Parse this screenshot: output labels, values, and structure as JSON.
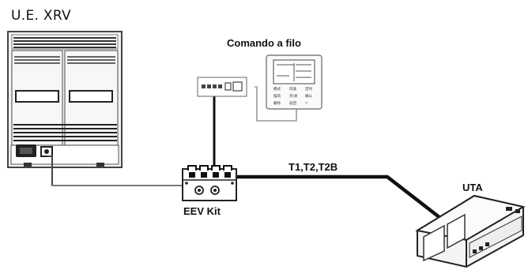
{
  "labels": {
    "outdoor_unit": "U.E. XRV",
    "wired_remote": "Comando a filo",
    "eev_kit": "EEV Kit",
    "cable": "T1,T2,T2B",
    "air_handler": "UTA"
  },
  "remote_buttons": [
    "模式",
    "风速",
    "定时",
    "摆风",
    "开/关",
    "确认",
    "删除",
    "返回",
    "▽"
  ],
  "colors": {
    "line": "#111111",
    "outline": "#555555",
    "panel": "#f2f2f2",
    "dark": "#222222"
  }
}
